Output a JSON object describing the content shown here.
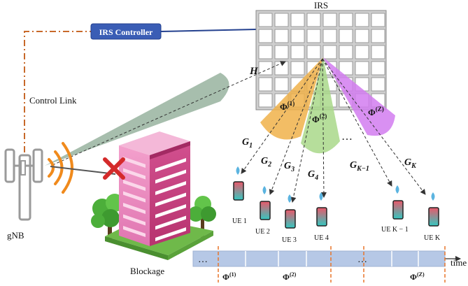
{
  "labels": {
    "irs": "IRS",
    "irs_controller": "IRS Controller",
    "control_link": "Control Link",
    "gnb": "gNB",
    "blockage": "Blockage",
    "channel_h": "H",
    "time_axis": "time",
    "ellipsis": "…"
  },
  "beams": [
    {
      "phi": "Φ",
      "sup": "(1)",
      "color": "#f0b24a"
    },
    {
      "phi": "Φ",
      "sup": "(2)",
      "color": "#a9d88a"
    },
    {
      "phi": "Φ",
      "sup": "(Z)",
      "color": "#d27cf0"
    }
  ],
  "channels": [
    {
      "g": "G",
      "sub": "1"
    },
    {
      "g": "G",
      "sub": "2"
    },
    {
      "g": "G",
      "sub": "3"
    },
    {
      "g": "G",
      "sub": "4"
    },
    {
      "g": "G",
      "sub": "K−1"
    },
    {
      "g": "G",
      "sub": "K"
    }
  ],
  "users": [
    {
      "label": "UE 1"
    },
    {
      "label": "UE 2"
    },
    {
      "label": "UE 3"
    },
    {
      "label": "UE 4"
    },
    {
      "label": "UE K − 1"
    },
    {
      "label": "UE K"
    }
  ],
  "timeline": {
    "ellipsis": "…",
    "phases": [
      {
        "phi": "Φ",
        "sup": "(1)"
      },
      {
        "phi": "Φ",
        "sup": "(2)"
      },
      {
        "phi": "Φ",
        "sup": "(Z)"
      }
    ]
  },
  "colors": {
    "controller_fill": "#3a5db5",
    "control_link": "#c8692a",
    "wave": "#f08a1c",
    "beam_gnb": "#8aa891",
    "timeline_fill": "#b6c8e6",
    "timeline_divider": "#e8752a",
    "building": "#e77ab3",
    "blockage_x": "#d42a2a"
  },
  "icons": [
    "antenna-icon",
    "building-icon",
    "tree-icon",
    "phone-icon",
    "block-x-icon"
  ]
}
